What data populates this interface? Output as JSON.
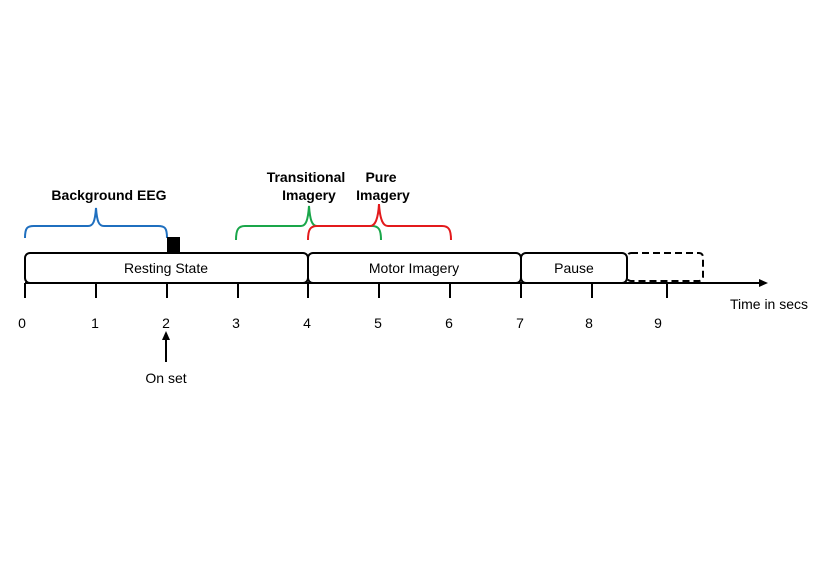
{
  "annotations": {
    "background_eeg": "Background  EEG",
    "transitional_line1": "Transitional",
    "transitional_line2": "Imagery",
    "pure_line1": "Pure",
    "pure_line2": "Imagery",
    "onset": "On set"
  },
  "phases": {
    "resting": "Resting State",
    "motor": "Motor Imagery",
    "pause": "Pause"
  },
  "axis": {
    "label": "Time in secs",
    "ticks": [
      "0",
      "1",
      "2",
      "3",
      "4",
      "5",
      "6",
      "7",
      "8",
      "9"
    ]
  },
  "colors": {
    "background_eeg": "#1f6fbf",
    "transitional": "#1aa64a",
    "pure": "#e31a1c",
    "line": "#000000"
  }
}
